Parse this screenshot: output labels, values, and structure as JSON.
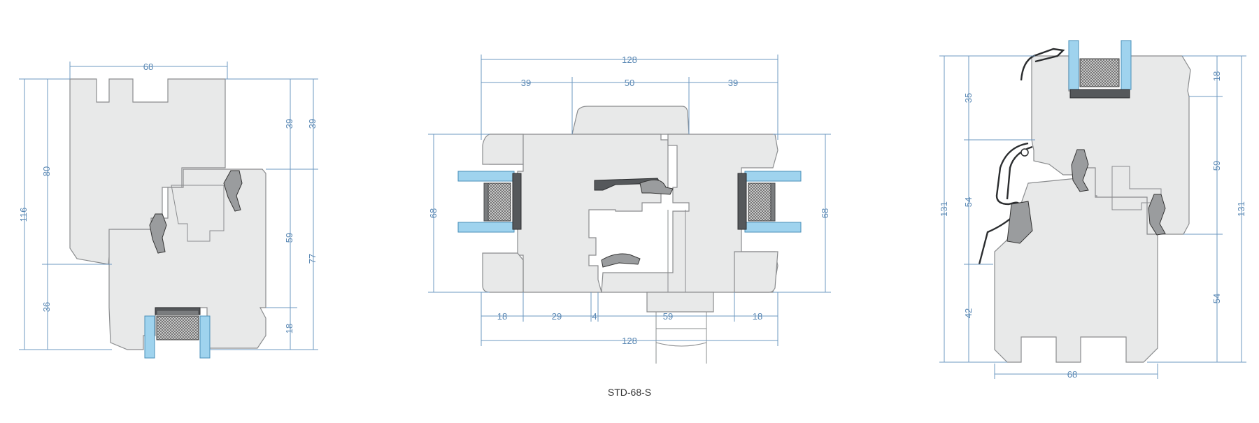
{
  "caption": "STD-68-S",
  "colors": {
    "dimension_line": "#6d98c2",
    "dimension_text": "#5a88b4",
    "profile_fill": "#e8e9e9",
    "profile_outline": "#8a8c8e",
    "glass": "#9fd3ee",
    "seal": "#55585b"
  },
  "sections": {
    "left": {
      "top_width": "68",
      "overall_height": "116",
      "sash_height": "80",
      "frame_height": "36",
      "right_upper": "39",
      "right_upper_outer": "39",
      "right_mid": "59",
      "right_outer": "77",
      "right_lower": "18"
    },
    "middle": {
      "overall_top": "128",
      "top_left": "39",
      "top_mid": "50",
      "top_right": "39",
      "height_left": "68",
      "height_right": "68",
      "bottom_a": "18",
      "bottom_b": "29",
      "bottom_c": "4",
      "bottom_d": "59",
      "bottom_e": "18",
      "overall_bottom": "128"
    },
    "right": {
      "overall_height_left": "131",
      "left_a": "35",
      "left_b": "54",
      "left_c": "42",
      "right_a": "18",
      "right_b": "59",
      "right_c": "54",
      "overall_height_right": "131",
      "bottom_width": "68"
    }
  }
}
